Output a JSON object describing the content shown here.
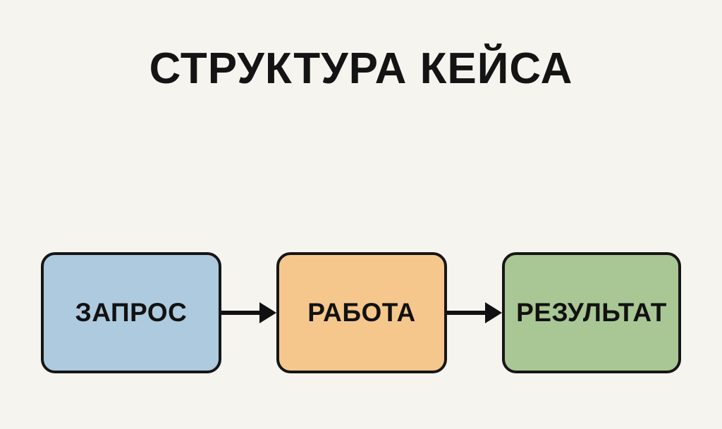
{
  "page": {
    "background_color": "#f6f4ef",
    "text_color": "#141414"
  },
  "title": "СТРУКТУРА КЕЙСА",
  "diagram": {
    "type": "flow",
    "direction": "left-to-right",
    "arrow_color": "#111111",
    "border_color": "#161616",
    "nodes": [
      {
        "label": "ЗАПРОС",
        "fill": "#aecade"
      },
      {
        "label": "РАБОТА",
        "fill": "#f6c78c"
      },
      {
        "label": "РЕЗУЛЬТАТ",
        "fill": "#a9c794"
      }
    ],
    "edges": [
      {
        "from": "ЗАПРОС",
        "to": "РАБОТА"
      },
      {
        "from": "РАБОТА",
        "to": "РЕЗУЛЬТАТ"
      }
    ]
  }
}
